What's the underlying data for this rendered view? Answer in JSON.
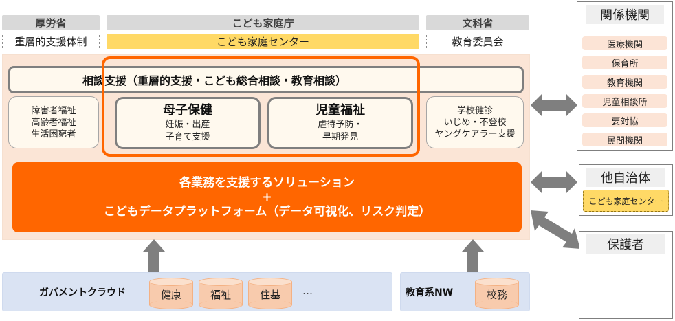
{
  "header": {
    "mhlw": {
      "title": "厚労省",
      "sub": "重層的支援体制"
    },
    "cfa": {
      "title": "こども家庭庁",
      "sub": "こども家庭センター"
    },
    "mext": {
      "title": "文科省",
      "sub": "教育委員会"
    }
  },
  "consultation": {
    "title": "相談支援（重層的支援・こども総合相談・教育相談）"
  },
  "left_box": {
    "lines": [
      "障害者福祉",
      "高齢者福祉",
      "生活困窮者"
    ]
  },
  "maternal": {
    "title": "母子保健",
    "lines": [
      "妊娠・出産",
      "子育て支援"
    ]
  },
  "child_welfare": {
    "title": "児童福祉",
    "lines": [
      "虐待予防・",
      "早期発見"
    ]
  },
  "right_box": {
    "lines": [
      "学校健診",
      "いじめ・不登校",
      "ヤングケアラー支援"
    ]
  },
  "solution": {
    "line1": "各業務を支援するソリューション",
    "line2": "+",
    "line3": "こどもデータプラットフォーム（データ可視化、リスク判定）"
  },
  "gov_cloud": {
    "label": "ガバメントクラウド",
    "databases": [
      "健康",
      "福祉",
      "住基"
    ],
    "ellipsis": "…"
  },
  "edu_network": {
    "label": "教育系NW",
    "databases": [
      "校務"
    ]
  },
  "related_orgs": {
    "title": "関係機関",
    "items": [
      "医療機関",
      "保育所",
      "教育機関",
      "児童相談所",
      "要対協",
      "民間機関"
    ]
  },
  "other_municipality": {
    "title": "他自治体",
    "sub": "こども家庭センター"
  },
  "guardian": {
    "title": "保護者"
  },
  "colors": {
    "orange": "#ff6600",
    "peach_bg": "#fbe5d6",
    "yellow": "#ffd966",
    "cloud_blue": "#dae3f3",
    "arrow_gray": "#7f7f7f",
    "header_gray": "#d9d9d9"
  }
}
